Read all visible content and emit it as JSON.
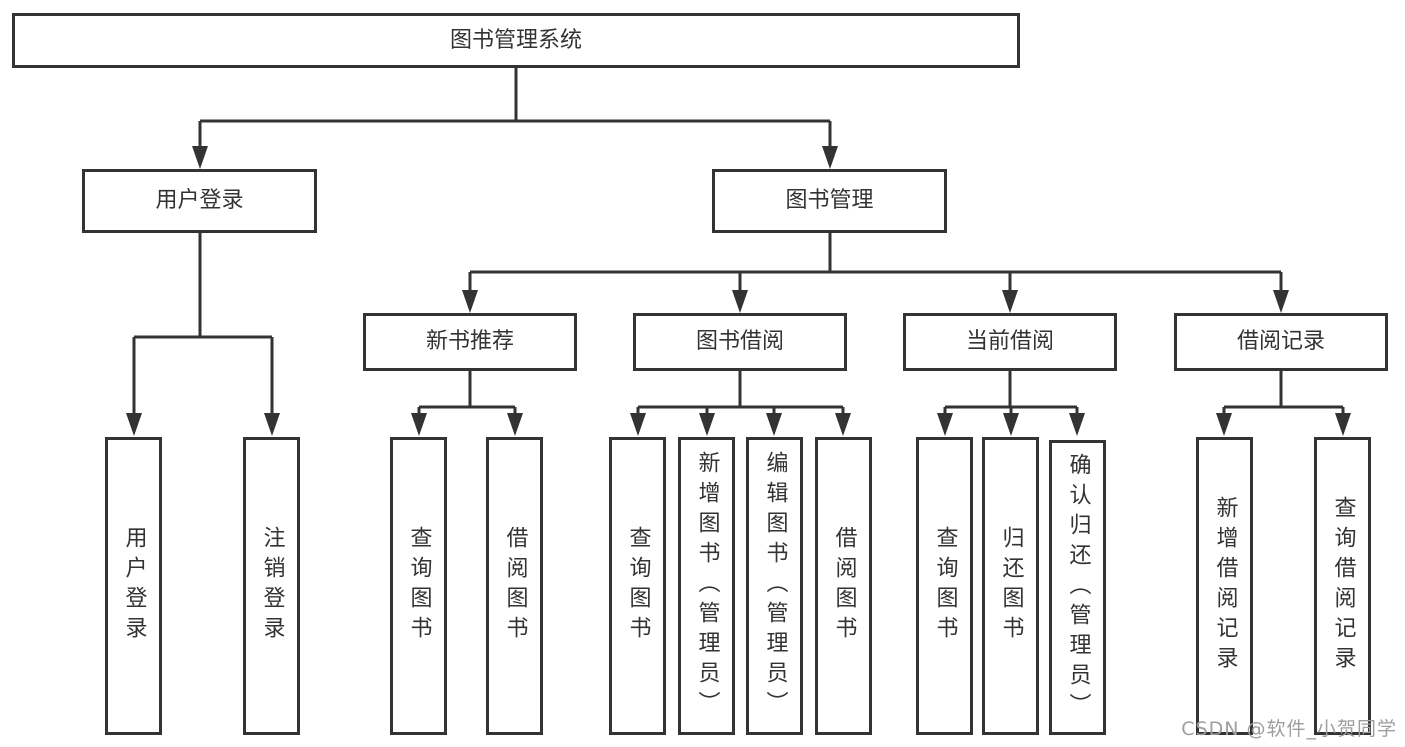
{
  "watermark": "CSDN @软件_小贺同学",
  "tree": {
    "root": {
      "label": "图书管理系统"
    },
    "branches": [
      {
        "label": "用户登录",
        "leaves": [
          {
            "label": "用户登录"
          },
          {
            "label": "注销登录"
          }
        ]
      },
      {
        "label": "图书管理",
        "groups": [
          {
            "label": "新书推荐",
            "leaves": [
              {
                "label": "查询图书"
              },
              {
                "label": "借阅图书"
              }
            ]
          },
          {
            "label": "图书借阅",
            "leaves": [
              {
                "label": "查询图书"
              },
              {
                "label": "新增图书（管理员）"
              },
              {
                "label": "编辑图书（管理员）"
              },
              {
                "label": "借阅图书"
              }
            ]
          },
          {
            "label": "当前借阅",
            "leaves": [
              {
                "label": "查询图书"
              },
              {
                "label": "归还图书"
              },
              {
                "label": "确认归还（管理员）"
              }
            ]
          },
          {
            "label": "借阅记录",
            "leaves": [
              {
                "label": "新增借阅记录"
              },
              {
                "label": "查询借阅记录"
              }
            ]
          }
        ]
      }
    ]
  },
  "colors": {
    "line": "#333333",
    "text": "#333333",
    "watermark": "#9e9e9e",
    "background": "#ffffff"
  }
}
